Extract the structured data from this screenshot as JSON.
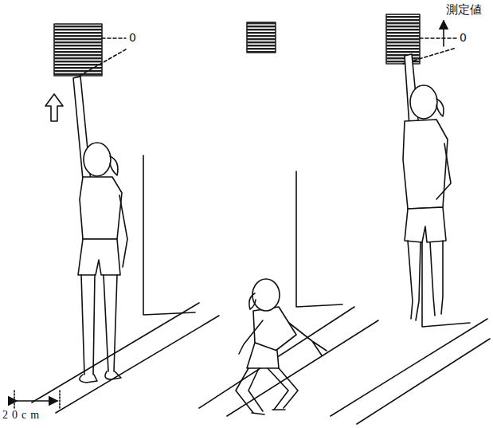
{
  "diagram": {
    "labels": [
      "測定値",
      "0",
      "0",
      "20cm"
    ]
  }
}
